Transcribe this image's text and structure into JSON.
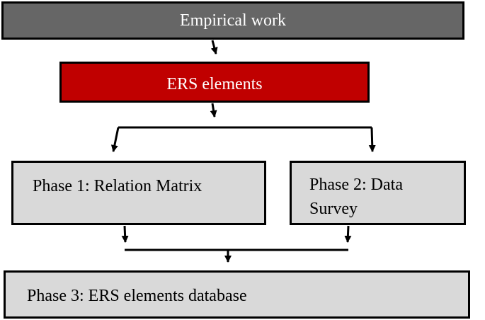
{
  "colors": {
    "empirical_fill": "#666666",
    "ers_fill": "#c00000",
    "phase_fill": "#d9d9d9",
    "line": "#000000",
    "light_text": "#ffffff",
    "dark_text": "#000000"
  },
  "nodes": {
    "empirical": "Empirical work",
    "ers_elements": "ERS elements",
    "phase1": "Phase 1: Relation Matrix",
    "phase2": "Phase 2: Data Survey",
    "phase3": "Phase 3: ERS elements database"
  }
}
